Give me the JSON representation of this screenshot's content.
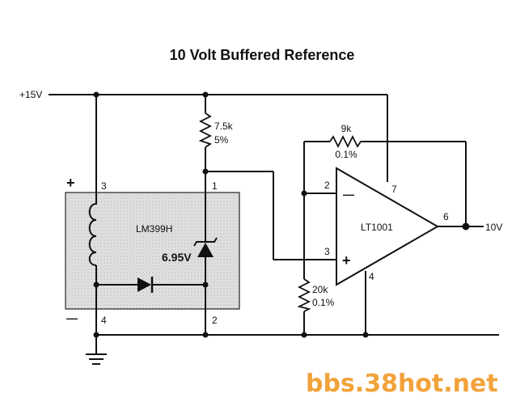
{
  "title": "10 Volt Buffered Reference",
  "supply_label": "+15V",
  "output_label": "10V",
  "resistors": {
    "r_top": {
      "value": "7.5k",
      "tol": "5%"
    },
    "r_feedback": {
      "value": "9k",
      "tol": "0.1%"
    },
    "r_ground": {
      "value": "20k",
      "tol": "0.1%"
    }
  },
  "ic_ref": {
    "name": "LM399H",
    "zener_voltage": "6.95V",
    "plus_sign": "+",
    "minus_sign": "—",
    "pins": {
      "p1": "1",
      "p2": "2",
      "p3": "3",
      "p4": "4"
    }
  },
  "opamp": {
    "name": "LT1001",
    "inv_sign": "—",
    "noninv_sign": "+",
    "pins": {
      "p2": "2",
      "p3": "3",
      "p4": "4",
      "p6": "6",
      "p7": "7"
    }
  },
  "watermark": "bbs.38hot.net",
  "colors": {
    "ink": "#111111",
    "ic_fill": "#d9d9d9",
    "watermark": "#f2a23a"
  }
}
